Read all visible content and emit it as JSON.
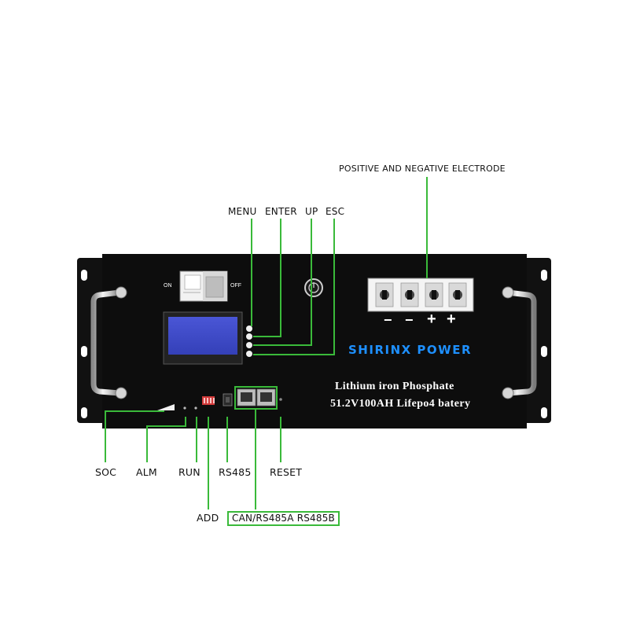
{
  "callouts": {
    "menu": "MENU",
    "enter": "ENTER",
    "up": "UP",
    "esc": "ESC",
    "electrode": "POSITIVE AND NEGATIVE ELECTRODE",
    "soc": "SOC",
    "alm": "ALM",
    "run": "RUN",
    "add": "ADD",
    "rs485": "RS485",
    "reset": "RESET",
    "can_rs485": "CAN/RS485A RS485B"
  },
  "panel": {
    "switch_on": "ON",
    "switch_off": "OFF",
    "brand": "SHIRINX POWER",
    "product_line1": "Lithium iron Phosphate",
    "product_line2": "51.2V100AH Lifepo4 batery",
    "terminal_signs": [
      "−",
      "−",
      "+",
      "+"
    ]
  },
  "colors": {
    "callout_line": "#3aba3a",
    "panel": "#0d0d0d",
    "lcd": "#3d49c9",
    "brand": "#1e90ff",
    "dip_switch": "#d23a3a"
  }
}
